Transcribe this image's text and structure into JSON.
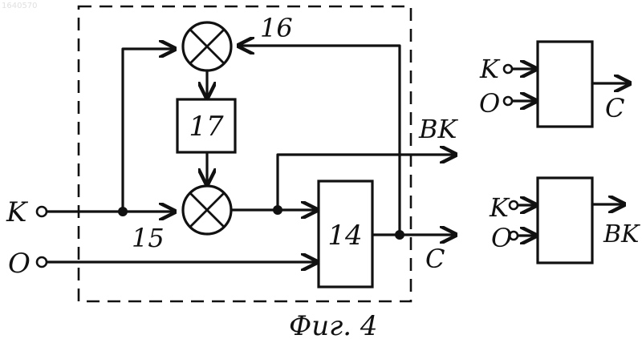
{
  "watermark": "1640570",
  "figure_caption": "Фиг. 4",
  "main": {
    "labels": {
      "k": "K",
      "o": "O",
      "block_17": "17",
      "block_14": "14",
      "mixer_16": "16",
      "mixer_15": "15",
      "out_vk": "BK",
      "out_c": "C"
    }
  },
  "symbol_c": {
    "in_k": "K",
    "in_o": "O",
    "out": "C"
  },
  "symbol_vk": {
    "in_k": "K",
    "in_o": "O",
    "out": "BK"
  }
}
